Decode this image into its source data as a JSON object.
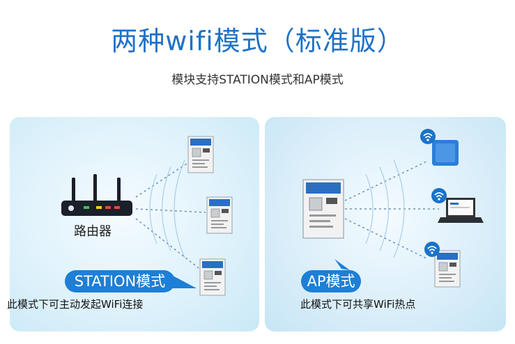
{
  "header": {
    "title": "两种wifi模式（标准版）",
    "subtitle": "模块支持STATION模式和AP模式"
  },
  "station": {
    "router_label": "路由器",
    "mode_badge": "STATION模式",
    "description": "此模式下可主动发起WiFi连接"
  },
  "ap": {
    "mode_badge": "AP模式",
    "description": "此模式下可共享WiFi热点"
  },
  "colors": {
    "accent": "#1d7fd6",
    "title": "#1f72c6",
    "wifi_badge": "#1a73c9"
  }
}
